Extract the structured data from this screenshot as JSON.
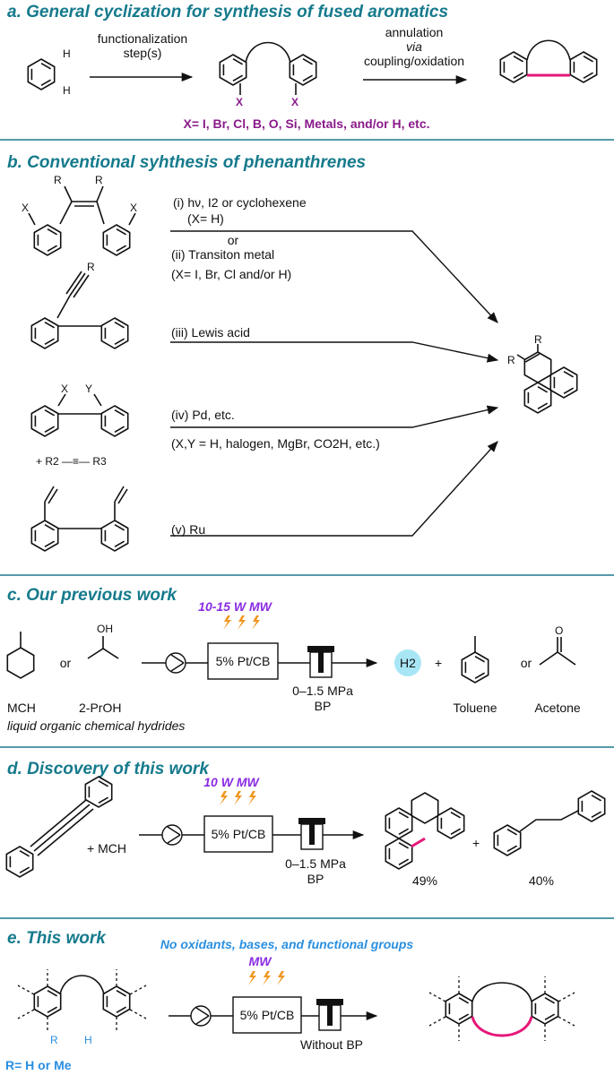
{
  "section_a": {
    "title": "a. General cyclization for synthesis of fused aromatics",
    "label_h1": "H",
    "label_h2": "H",
    "arrow1_line1": "functionalization",
    "arrow1_line2": "step(s)",
    "label_x1": "X",
    "label_x2": "X",
    "arrow2_line1": "annulation",
    "arrow2_line2": "via",
    "arrow2_line3": "coupling/oxidation",
    "x_definition": "X= I, Br, Cl, B, O, Si, Metals, and/or H, etc."
  },
  "section_b": {
    "title": "b. Conventional syhthesis of phenanthrenes",
    "cond_i": "(i) hν, I2 or cyclohexene",
    "cond_i_x": "(X= H)",
    "cond_or": "or",
    "cond_ii": "(ii) Transiton metal",
    "cond_ii_x": "(X= I, Br, Cl and/or H)",
    "cond_iii": "(iii) Lewis acid",
    "cond_iv": "(iv) Pd, etc.",
    "cond_iv_x": "(X,Y = H, halogen, MgBr, CO2H, etc.)",
    "cond_v": "(v) Ru",
    "r_label": "R",
    "x_label": "X",
    "y_label": "Y",
    "alkyne_reagent": "+ R2 —≡— R3"
  },
  "section_c": {
    "title": "c. Our previous work",
    "power": "10-15 W MW",
    "or1": "or",
    "reactor": "5% Pt/CB",
    "pressure": "0–1.5 MPa",
    "bp": "BP",
    "h2": "H2",
    "plus": "+",
    "or2": "or",
    "mch": "MCH",
    "propanol": "2-PrOH",
    "toluene": "Toluene",
    "acetone": "Acetone",
    "lohc": "liquid organic chemical hydrides",
    "oh": "OH",
    "o": "O"
  },
  "section_d": {
    "title": "d. Discovery of this work",
    "power": "10 W MW",
    "reagent": "+ MCH",
    "reactor": "5% Pt/CB",
    "pressure": "0–1.5 MPa",
    "bp": "BP",
    "plus": "+",
    "yield1": "49%",
    "yield2": "40%"
  },
  "section_e": {
    "title": "e. This work",
    "tagline": "No oxidants, bases, and functional groups",
    "power": "MW",
    "reactor": "5% Pt/CB",
    "no_bp": "Without BP",
    "r_label": "R",
    "h_label": "H",
    "r_definition": "R= H or Me"
  },
  "colors": {
    "heading": "#157a8c",
    "purple": "#8a1a8a",
    "pink_bond": "#e6177a",
    "blue_text": "#2a8fe0",
    "microwave_orange": "#f0961e"
  }
}
